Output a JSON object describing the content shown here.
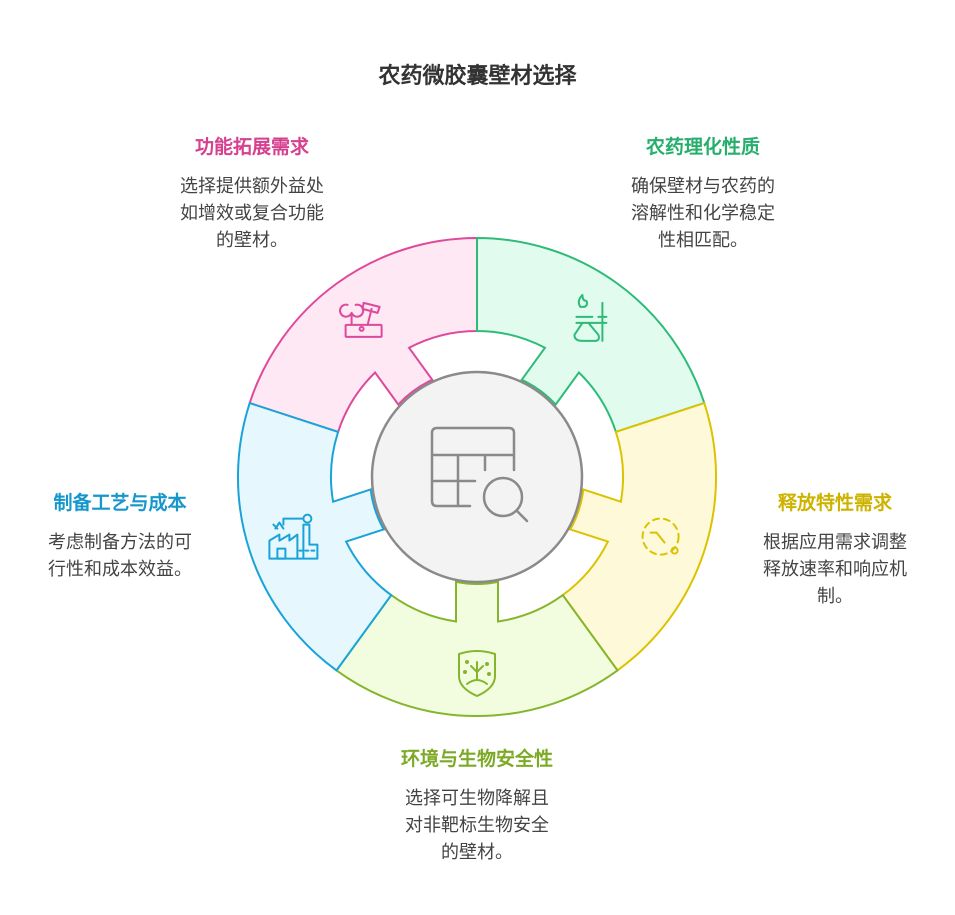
{
  "title": "农药微胶囊壁材选择",
  "colors": {
    "pink": {
      "stroke": "#e0489b",
      "fill": "#fde8f4",
      "text": "#d6408f"
    },
    "green": {
      "stroke": "#2dbb77",
      "fill": "#e1fbee",
      "text": "#27ae6c"
    },
    "yellow": {
      "stroke": "#dcc200",
      "fill": "#fdf9d9",
      "text": "#cdb300"
    },
    "lime": {
      "stroke": "#85b52c",
      "fill": "#f2fde0",
      "text": "#7daa26"
    },
    "blue": {
      "stroke": "#1aa3d9",
      "fill": "#e6f7fd",
      "text": "#1697cc"
    },
    "center": {
      "stroke": "#8a8a8a",
      "fill": "#f3f3f3"
    }
  },
  "segments": [
    {
      "key": "pink",
      "icon": "tools-icon",
      "title": "功能拓展需求",
      "lines": [
        "选择提供额外益处",
        "如增效或复合功能",
        "的壁材。"
      ]
    },
    {
      "key": "green",
      "icon": "chemistry-burner-icon",
      "title": "农药理化性质",
      "lines": [
        "确保壁材与农药的",
        "溶解性和化学稳定",
        "性相匹配。"
      ]
    },
    {
      "key": "yellow",
      "icon": "timer-icon",
      "title": "释放特性需求",
      "lines": [
        "根据应用需求调整",
        "释放速率和响应机",
        "制。"
      ]
    },
    {
      "key": "lime",
      "icon": "eco-shield-icon",
      "title": "环境与生物安全性",
      "lines": [
        "选择可生物降解且",
        "对非靶标生物安全",
        "的壁材。"
      ]
    },
    {
      "key": "blue",
      "icon": "factory-robot-icon",
      "title": "制备工艺与成本",
      "lines": [
        "考虑制备方法的可",
        "行性和成本效益。"
      ]
    }
  ],
  "center_icon": "table-search-icon"
}
